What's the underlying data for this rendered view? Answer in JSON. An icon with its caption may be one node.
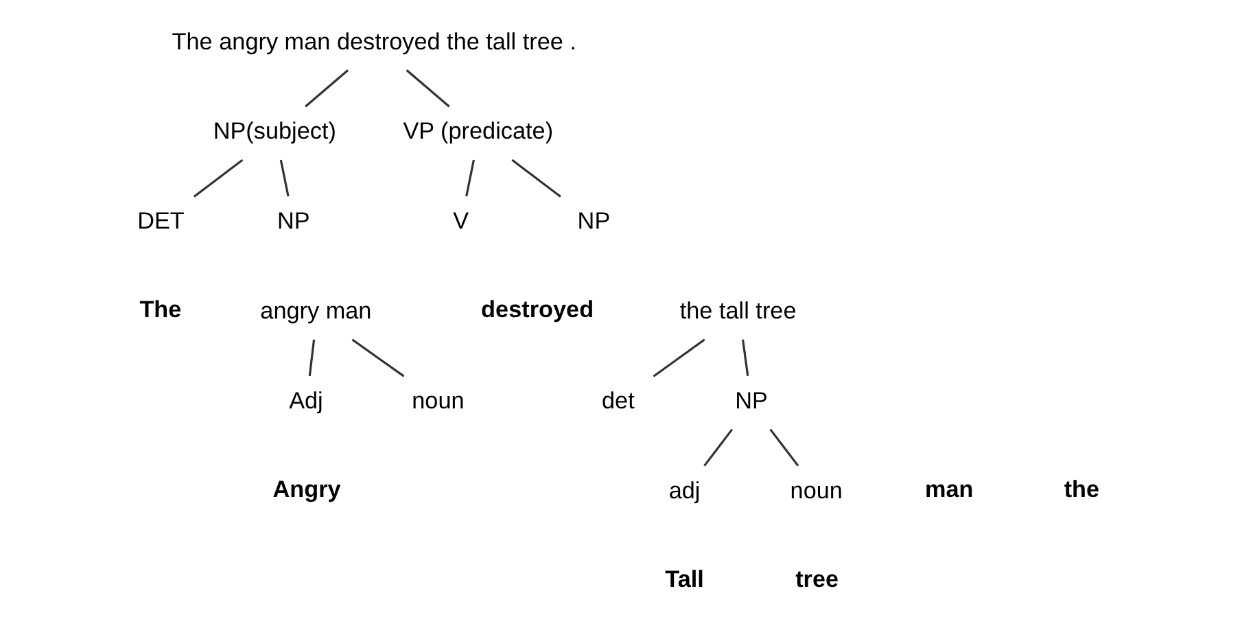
{
  "diagram": {
    "nodes": [
      {
        "text": [
          "The angry man destroyed the tall tree ."
        ]
      },
      {
        "text": [
          "NP(subject)"
        ]
      },
      {
        "text": [
          "VP (predicate)"
        ]
      },
      {
        "text": [
          "DET"
        ]
      },
      {
        "text": [
          "NP"
        ]
      },
      {
        "text": [
          "V"
        ]
      },
      {
        "text": [
          "NP"
        ]
      },
      {
        "text": [
          "The"
        ]
      },
      {
        "text": [
          "angry man"
        ]
      },
      {
        "text": [
          "destroyed"
        ]
      },
      {
        "text": [
          "the tall tree"
        ]
      },
      {
        "text": [
          "Adj"
        ]
      },
      {
        "text": [
          "noun"
        ]
      },
      {
        "text": [
          "det"
        ]
      },
      {
        "text": [
          "NP"
        ]
      },
      {
        "text": [
          "Angry"
        ]
      },
      {
        "text": [
          "man"
        ]
      },
      {
        "text": [
          "the"
        ]
      },
      {
        "text": [
          "adj"
        ]
      },
      {
        "text": [
          "noun"
        ]
      },
      {
        "text": [
          "Tall"
        ]
      },
      {
        "text": [
          "tree"
        ]
      }
    ],
    "edges": [
      {
        "from": 0,
        "to": 1,
        "arrow": "none"
      },
      {
        "from": 0,
        "to": 2,
        "arrow": "none"
      },
      {
        "from": 1,
        "to": 3,
        "arrow": "none"
      },
      {
        "from": 1,
        "to": 4,
        "arrow": "none"
      },
      {
        "from": 2,
        "to": 5,
        "arrow": "none"
      },
      {
        "from": 2,
        "to": 6,
        "arrow": "none"
      },
      {
        "from": 8,
        "to": 11,
        "arrow": "none"
      },
      {
        "from": 8,
        "to": 12,
        "arrow": "none"
      },
      {
        "from": 10,
        "to": 13,
        "arrow": "none"
      },
      {
        "from": 10,
        "to": 14,
        "arrow": "none"
      },
      {
        "from": 14,
        "to": 18,
        "arrow": "none"
      },
      {
        "from": 14,
        "to": 19,
        "arrow": "none"
      }
    ]
  }
}
